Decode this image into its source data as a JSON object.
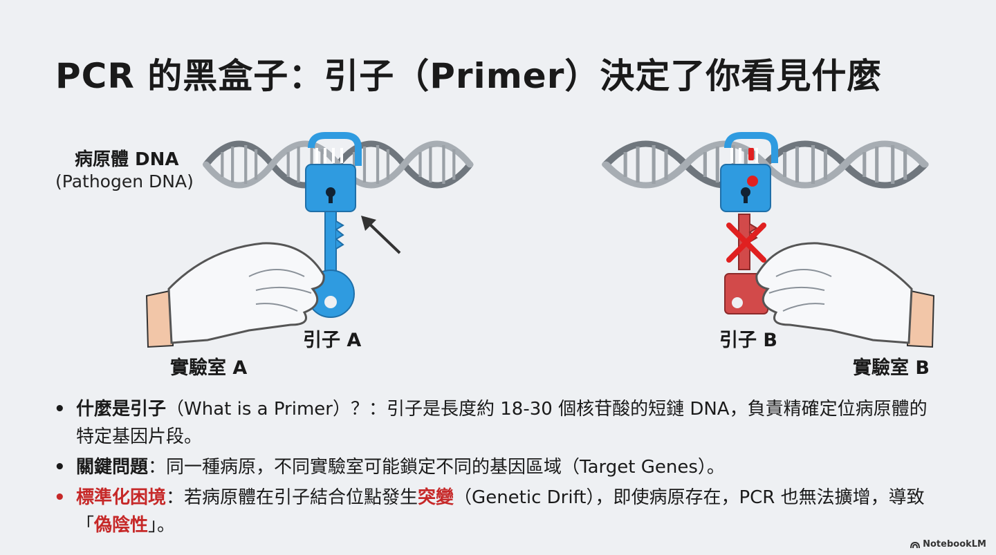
{
  "title": "PCR 的黑盒子：引子（Primer）決定了你看見什麼",
  "labels": {
    "pathogen_dna": "病原體 DNA",
    "pathogen_dna_en": "(Pathogen DNA)",
    "primer_a": "引子 A",
    "primer_b": "引子 B",
    "lab_a": "實驗室 A",
    "lab_b": "實驗室 B"
  },
  "bullets": [
    {
      "dot": "•",
      "head": "什麼是引子",
      "head_en": "（What is a Primer）？：",
      "body": "引子是長度約 18-30 個核苷酸的短鏈 DNA，負責精確定位病原體的特定基因片段。"
    },
    {
      "dot": "•",
      "head": "關鍵問題",
      "body": "：同一種病原，不同實驗室可能鎖定不同的基因區域（Target Genes）。"
    },
    {
      "dot": "•",
      "head": "標準化困境",
      "body_a": "：若病原體在引子結合位點發生",
      "emph_a": "突變",
      "body_b": "（Genetic Drift），即使病原存在，PCR 也無法擴增，導致「",
      "emph_b": "偽陰性",
      "body_c": "」。"
    }
  ],
  "footer": "NotebookLM",
  "colors": {
    "primer_a": "#2f9be0",
    "primer_b": "#d24a4a",
    "dna": "#8a9199",
    "warn": "#c62828"
  },
  "icons": [
    "dna-helix-icon",
    "lock-icon",
    "key-icon",
    "gloved-hand-icon",
    "arrow-icon",
    "x-mark-icon",
    "mutation-mark-icon"
  ]
}
